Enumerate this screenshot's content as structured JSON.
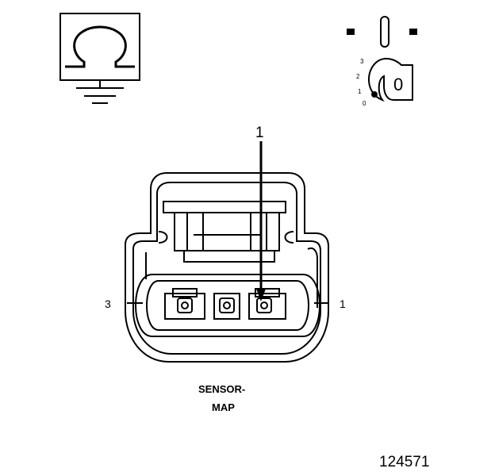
{
  "symbols": {
    "ohmmeter": "ohm-icon",
    "ground": "ground-icon",
    "ignition_key": "ignition-key-icon"
  },
  "key_switch": {
    "scale": [
      "3",
      "2",
      "1",
      "0"
    ],
    "position": "0"
  },
  "connector": {
    "callout": "1",
    "pin_left": "3",
    "pin_right": "1",
    "label_line1": "SENSOR-",
    "label_line2": "MAP"
  },
  "figure_id": "124571"
}
